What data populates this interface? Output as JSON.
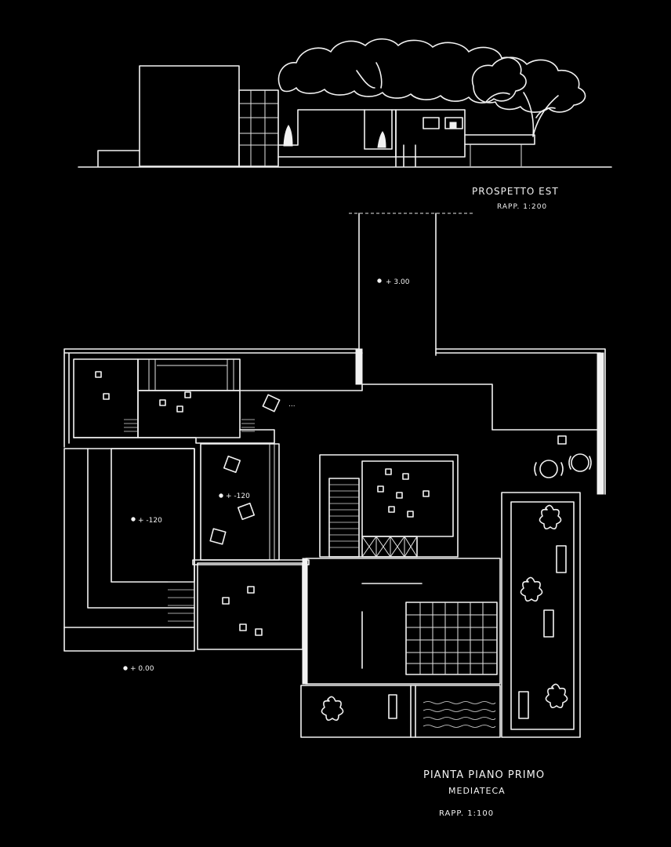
{
  "elevation": {
    "title": "PROSPETTO EST",
    "scale": "RAPP. 1:200"
  },
  "plan": {
    "title": "PIANTA PIANO PRIMO",
    "subtitle": "MEDIATECA",
    "scale": "RAPP. 1:100",
    "levels": {
      "corridor": "+ 3.00",
      "left_room": "+ -120",
      "mid_room": "+ -120",
      "ground": "+ 0.00"
    }
  },
  "colors": {
    "background": "#000000",
    "line": "#f2f2f2"
  }
}
